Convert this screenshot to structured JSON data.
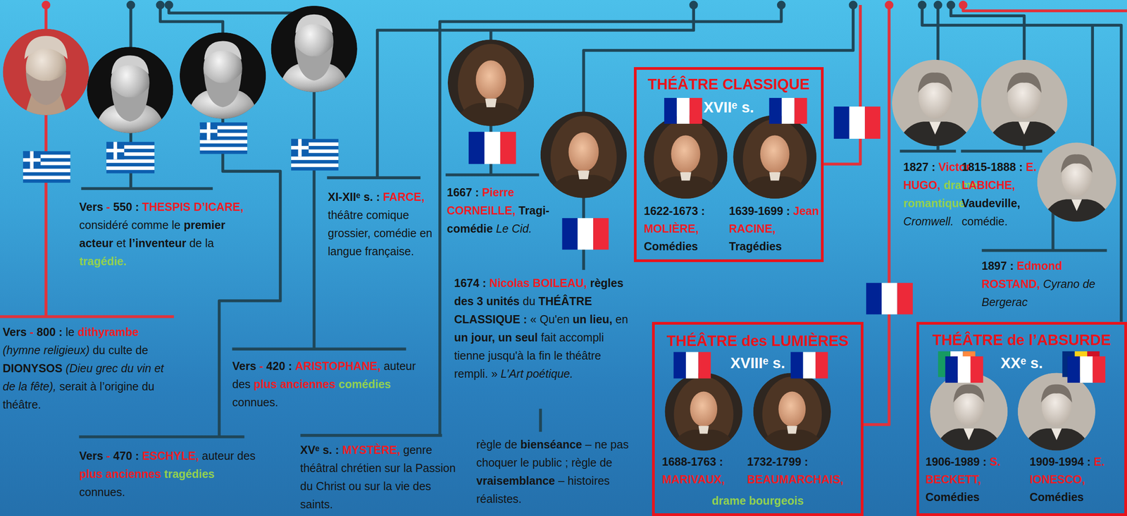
{
  "diagram": {
    "nodes": [
      {
        "text": [
          "THÉÂTRE CLASSIQUE",
          "XVIIᵉ s.",
          "1622-1673 : MOLIÈRE, Comédies",
          "1639-1699 : Jean RACINE, Tragédies"
        ]
      },
      {
        "text": [
          "THÉÂTRE des LUMIÈRES",
          "XVIIIᵉ s.",
          "1688-1763 : MARIVAUX,",
          "1732-1799 : BEAUMARCHAIS,",
          "drame bourgeois"
        ]
      },
      {
        "text": [
          "THÉÂTRE de l’ABSURDE",
          "XXᵉ s.",
          "1906-1989 : S. BECKETT, Comédies",
          "1909-1994 : E. IONESCO, Comédies"
        ]
      }
    ],
    "labels": [
      "Vers - 800 : le dithyrambe (hymne religieux) du culte de DIONYSOS (Dieu grec du vin et de la fête), serait à l’origine du théâtre.",
      "Vers - 550 : THESPIS D’ICARE, considéré comme le premier acteur et l’inventeur de la tragédie.",
      "Vers - 470 : ESCHYLE, auteur des plus anciennes tragédies connues.",
      "Vers - 420 : ARISTOPHANE, auteur des plus anciennes comédies connues.",
      "XI-XIIᵉ s. : FARCE, théâtre comique grossier, comédie en langue française.",
      "XVᵉ s. : MYSTÈRE, genre théâtral chrétien sur la Passion du Christ ou sur la vie des saints.",
      "1667 : Pierre CORNEILLE, Tragi-comédie Le Cid.",
      "1674 : Nicolas BOILEAU, règles des 3 unités du THÉÂTRE CLASSIQUE : « Qu'en un lieu, en un jour, un seul fait accompli tienne jusqu'à la fin le théâtre rempli. » L’Art poétique.",
      "règle de bienséance – ne pas choquer le public ; règle de vraisemblance – histoires réalistes.",
      "1827 : Victor HUGO, drame romantique Cromwell.",
      "1815-1888 : E. LABICHE, Vaudeville, comédie.",
      "1897 : Edmond ROSTAND, Cyrano de Bergerac"
    ]
  }
}
